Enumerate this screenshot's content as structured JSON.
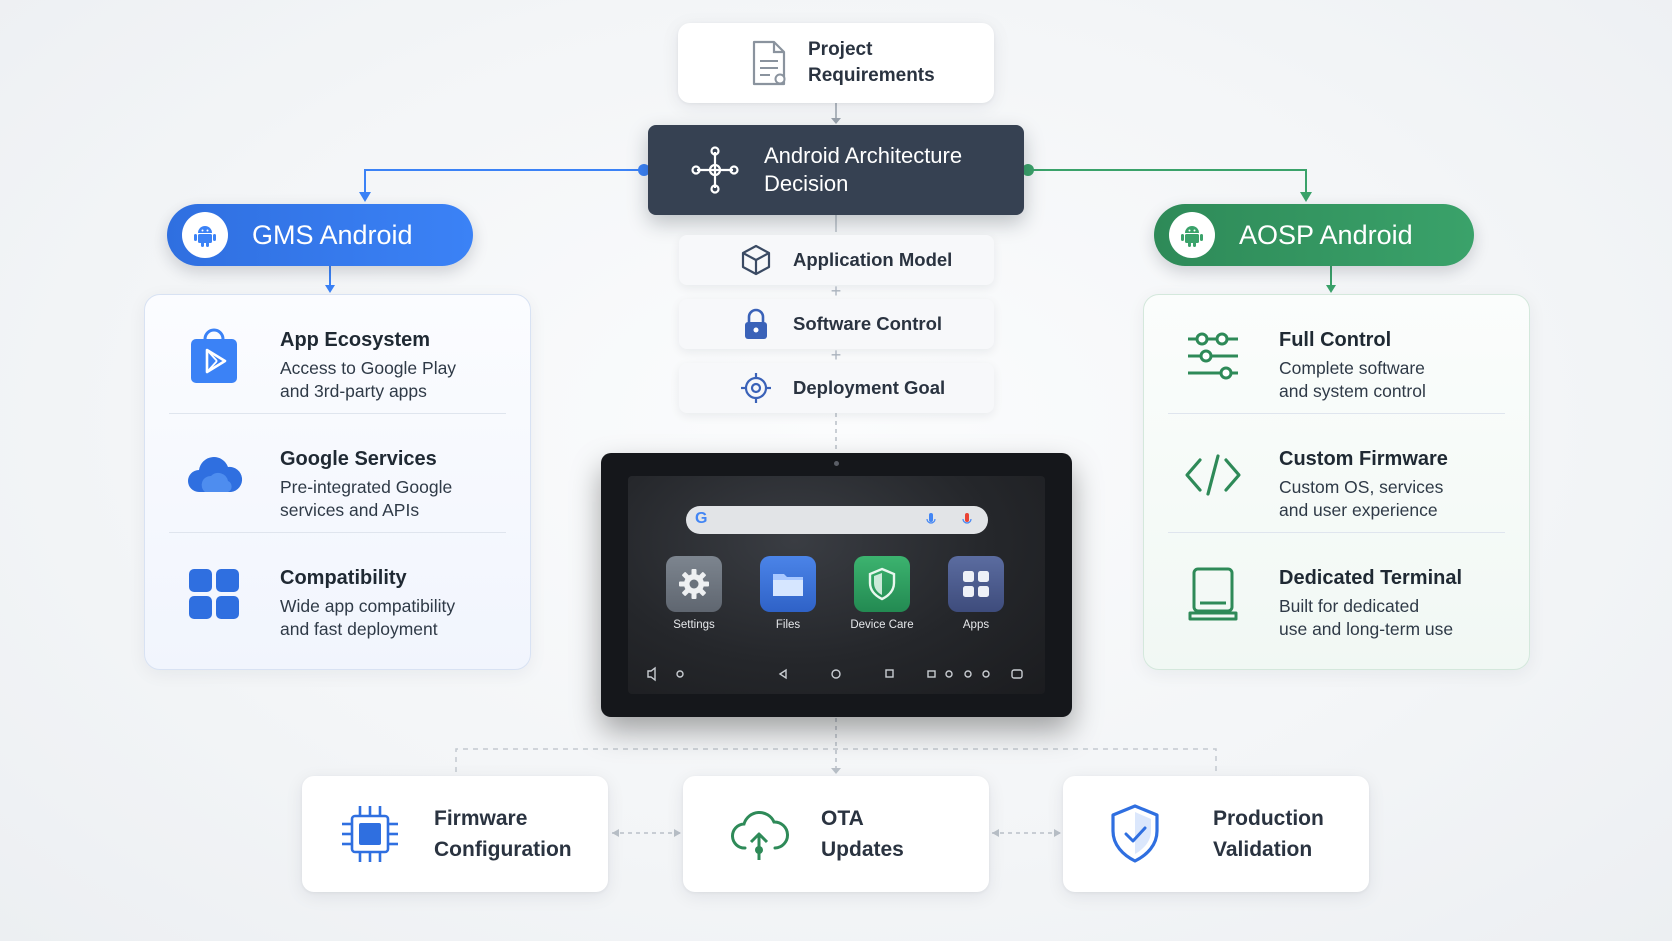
{
  "top": {
    "line1": "Project",
    "line2": "Requirements",
    "icon": "document-icon"
  },
  "decision": {
    "line1": "Android Architecture",
    "line2": "Decision",
    "icon": "hub-network-icon"
  },
  "gms": {
    "title": "GMS Android",
    "color": "#3b82f6",
    "features": [
      {
        "title": "App Ecosystem",
        "line1": "Access to Google Play",
        "line2": "and 3rd-party apps",
        "icon": "play-store-icon"
      },
      {
        "title": "Google Services",
        "line1": "Pre-integrated Google",
        "line2": "services and APIs",
        "icon": "cloud-icon"
      },
      {
        "title": "Compatibility",
        "line1": "Wide app compatibility",
        "line2": "and fast deployment",
        "icon": "grid-icon"
      }
    ]
  },
  "aosp": {
    "title": "AOSP Android",
    "color": "#3aa26a",
    "features": [
      {
        "title": "Full Control",
        "line1": "Complete software",
        "line2": "and system control",
        "icon": "sliders-icon"
      },
      {
        "title": "Custom Firmware",
        "line1": "Custom OS, services",
        "line2": "and user experience",
        "icon": "code-icon"
      },
      {
        "title": "Dedicated Terminal",
        "line1": "Built for dedicated",
        "line2": "use and long-term use",
        "icon": "terminal-device-icon"
      }
    ]
  },
  "middle": [
    {
      "label": "Application Model",
      "icon": "cube-icon"
    },
    {
      "label": "Software Control",
      "icon": "lock-icon"
    },
    {
      "label": "Deployment Goal",
      "icon": "target-icon"
    }
  ],
  "plus_symbol": "+",
  "tablet": {
    "apps": [
      {
        "label": "Settings",
        "icon": "gear-icon"
      },
      {
        "label": "Files",
        "icon": "folder-icon"
      },
      {
        "label": "Device Care",
        "icon": "shield-icon"
      },
      {
        "label": "Apps",
        "icon": "apps-grid-icon"
      }
    ]
  },
  "bottom": [
    {
      "line1": "Firmware",
      "line2": "Configuration",
      "icon": "chip-icon"
    },
    {
      "line1": "OTA",
      "line2": "Updates",
      "icon": "cloud-upload-icon"
    },
    {
      "line1": "Production",
      "line2": "Validation",
      "icon": "shield-check-icon"
    }
  ]
}
